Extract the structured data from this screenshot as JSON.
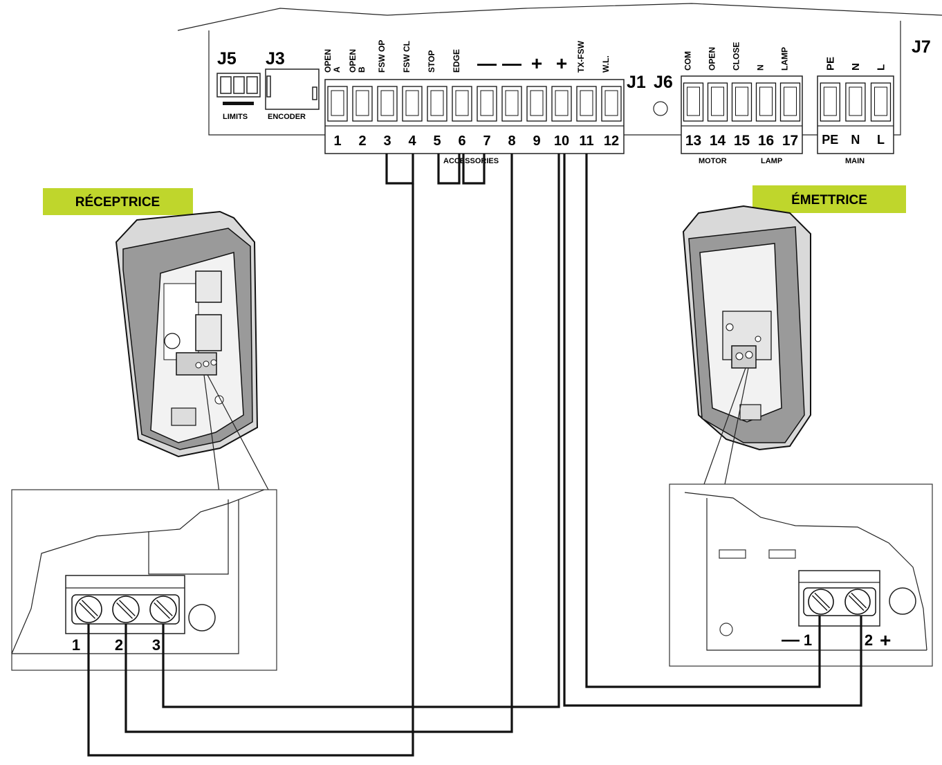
{
  "board": {
    "j5_label": "J5",
    "j3_label": "J3",
    "j1_label": "J1",
    "j6_label": "J6",
    "j7_label": "J7",
    "limits_label": "LIMITS",
    "encoder_label": "ENCODER",
    "accessories_label": "ACCESSORIES",
    "motor_label": "MOTOR",
    "lamp_label": "LAMP",
    "main_label": "MAIN"
  },
  "j1_terminals": [
    {
      "number": "1",
      "label": "OPEN\nA"
    },
    {
      "number": "2",
      "label": "OPEN\nB"
    },
    {
      "number": "3",
      "label": "FSW OP"
    },
    {
      "number": "4",
      "label": "FSW CL"
    },
    {
      "number": "5",
      "label": "STOP"
    },
    {
      "number": "6",
      "label": "EDGE"
    },
    {
      "number": "7",
      "label": "—"
    },
    {
      "number": "8",
      "label": "—"
    },
    {
      "number": "9",
      "label": "+"
    },
    {
      "number": "10",
      "label": "+"
    },
    {
      "number": "11",
      "label": "TX-FSW"
    },
    {
      "number": "12",
      "label": "W.L."
    }
  ],
  "j6_terminals": [
    {
      "number": "13",
      "label": "COM"
    },
    {
      "number": "14",
      "label": "OPEN"
    },
    {
      "number": "15",
      "label": "CLOSE"
    },
    {
      "number": "16",
      "label": "N"
    },
    {
      "number": "17",
      "label": "LAMP"
    }
  ],
  "j7_terminals": [
    {
      "number": "PE",
      "label": "PE"
    },
    {
      "number": "N",
      "label": "N"
    },
    {
      "number": "L",
      "label": "L"
    }
  ],
  "receiver": {
    "title": "RÉCEPTRICE",
    "terminals": [
      "1",
      "2",
      "3"
    ]
  },
  "transmitter": {
    "title": "ÉMETTRICE",
    "terminals": [
      "1",
      "2"
    ],
    "minus": "—",
    "plus": "+"
  },
  "colors": {
    "badge": "#bfd62c",
    "line": "#111111"
  }
}
